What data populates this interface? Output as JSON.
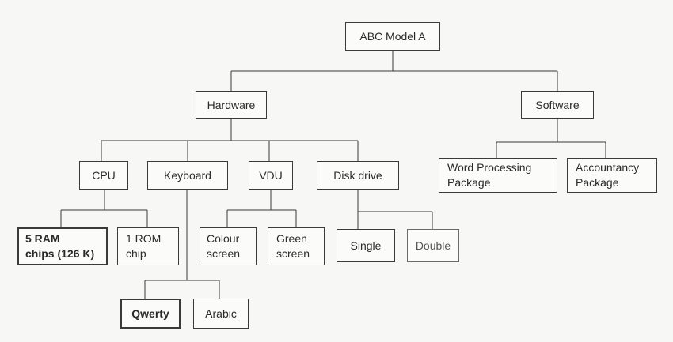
{
  "diagram": {
    "root": "ABC Model A",
    "hardware": "Hardware",
    "software": "Software",
    "cpu": "CPU",
    "keyboard": "Keyboard",
    "vdu": "VDU",
    "disk_drive": "Disk drive",
    "word_processing": "Word Processing\nPackage",
    "accountancy": "Accountancy\nPackage",
    "ram": "5 RAM\nchips (126 K)",
    "rom": "1 ROM\nchip",
    "colour_screen": "Colour\nscreen",
    "green_screen": "Green\nscreen",
    "single": "Single",
    "double": "Double",
    "qwerty": "Qwerty",
    "arabic": "Arabic"
  }
}
